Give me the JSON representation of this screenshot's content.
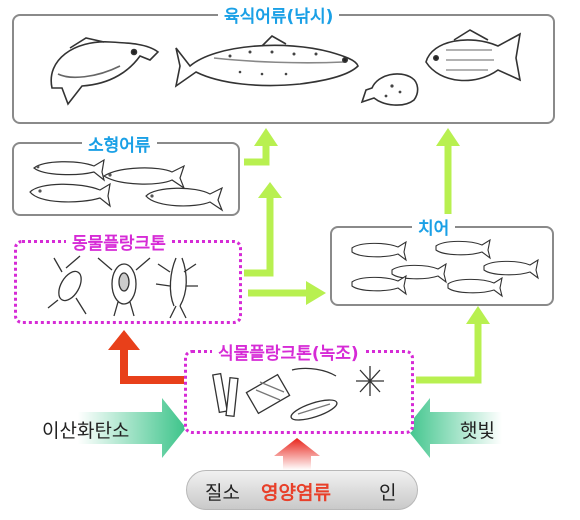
{
  "boxes": {
    "carnivorous_fish": "육식어류(낚시)",
    "small_fish": "소형어류",
    "zooplankton": "동물플랑크톤",
    "fry": "치어",
    "phytoplankton": "식물플랑크톤(녹조)"
  },
  "inputs": {
    "left": "이산화탄소",
    "right": "햇빛"
  },
  "nutrients": {
    "left": "질소",
    "center": "영양염류",
    "right": "인"
  },
  "colors": {
    "box_border": "#8a8a8a",
    "plankton_border": "#d62bd6",
    "title_blue": "#1aa0e6",
    "arrow_green": "#b8f050",
    "arrow_red": "#e8401a",
    "nutrient_red": "#e8402a"
  }
}
